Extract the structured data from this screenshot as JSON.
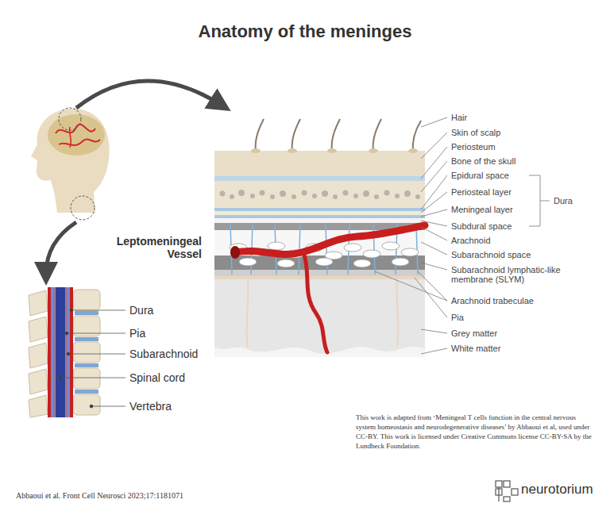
{
  "diagram": {
    "title": "Anatomy of the meninges",
    "labels": [
      "Hair",
      "Skin of scalp",
      "Periosteum",
      "Bone of the skull",
      "Epidural space",
      "Periosteal layer",
      "Meningeal layer",
      "Subdural space",
      "Dura",
      "Arachnoid",
      "Subarachnoid space",
      "Subarachnoid lymphatic-like membrane (SLYM)",
      "Arachnoid trabeculae",
      "Pia",
      "Grey matter",
      "White matter",
      "Leptomeningeal Vessel",
      "Dura",
      "Pia",
      "Subarachnoid",
      "Spinal cord",
      "Vertebra",
      "This work is adapted from ‘Meningeal T cells function in the central nervous system homeostasis and neurodegenerative diseases’ by Abbaoui et al, used under CC-BY. This work is licensed under Creative Commons license CC-BY-SA by the Lundbeck Foundation.",
      "Abbaoui et al. Front Cell Neurosci 2023;17:1181071",
      "neurotorium"
    ]
  }
}
